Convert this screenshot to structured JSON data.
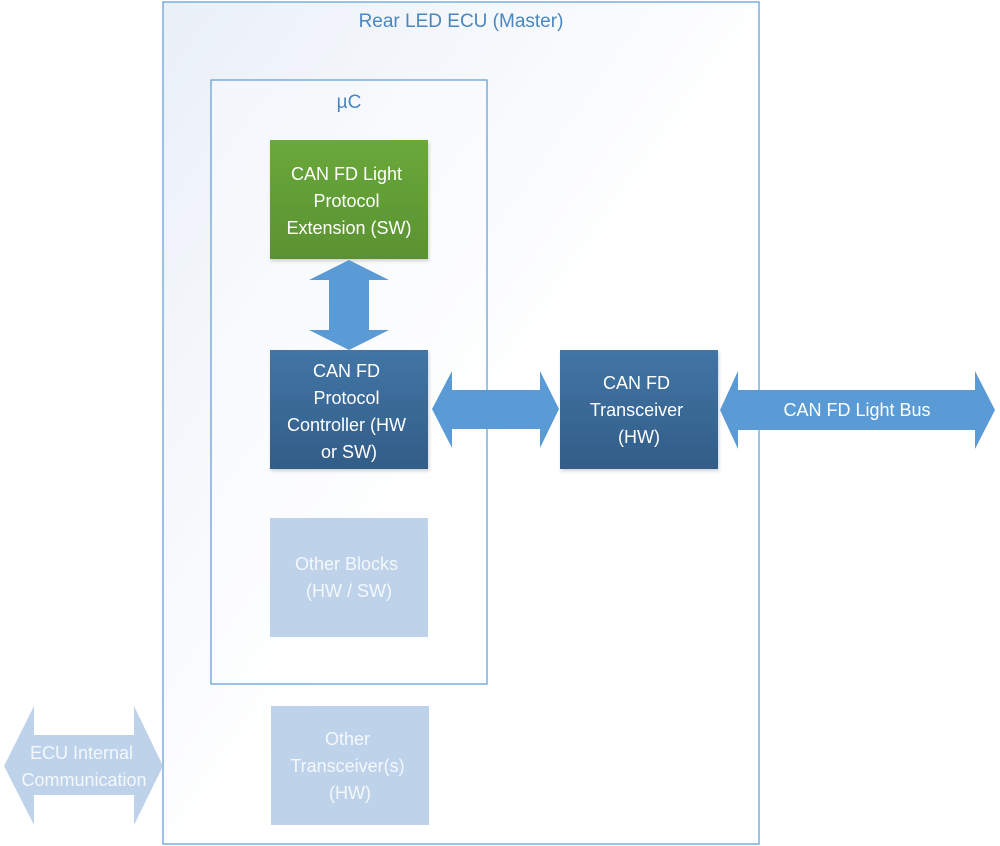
{
  "diagram": {
    "colors": {
      "container_border": "#5b9bd5",
      "container_fill_top": "#eef3fa",
      "container_fill_bottom": "#ffffff",
      "green_block": "#66a138",
      "green_block_dark": "#5a9231",
      "dark_blue_block": "#3e6f9e",
      "dark_blue_block_dark": "#325d87",
      "arrow_blue": "#5b9bd5",
      "light_block": "#bed2ea",
      "label_blue": "#4a86c0",
      "block_text": "#ffffff",
      "light_text": "#f4f8fc"
    },
    "ecu": {
      "title": "Rear LED ECU (Master)"
    },
    "microcontroller": {
      "title": "µC"
    },
    "blocks": {
      "protocol_extension": {
        "lines": [
          "CAN FD Light",
          "Protocol",
          "Extension (SW)"
        ]
      },
      "protocol_controller": {
        "lines": [
          "CAN FD",
          "Protocol",
          "Controller (HW",
          "or SW)"
        ]
      },
      "transceiver": {
        "lines": [
          "CAN FD",
          "Transceiver",
          "(HW)"
        ]
      },
      "other_blocks": {
        "lines": [
          "Other Blocks",
          "(HW / SW)"
        ]
      },
      "other_transceivers": {
        "lines": [
          "Other",
          "Transceiver(s)",
          "(HW)"
        ]
      }
    },
    "arrows": {
      "extension_controller": {
        "direction": "bidirectional-vertical"
      },
      "controller_transceiver": {
        "direction": "bidirectional-horizontal"
      },
      "light_bus": {
        "direction": "bidirectional-horizontal",
        "label": "CAN FD Light Bus"
      },
      "internal_comm": {
        "direction": "bidirectional-horizontal",
        "lines": [
          "ECU Internal",
          "Communication"
        ]
      }
    }
  }
}
